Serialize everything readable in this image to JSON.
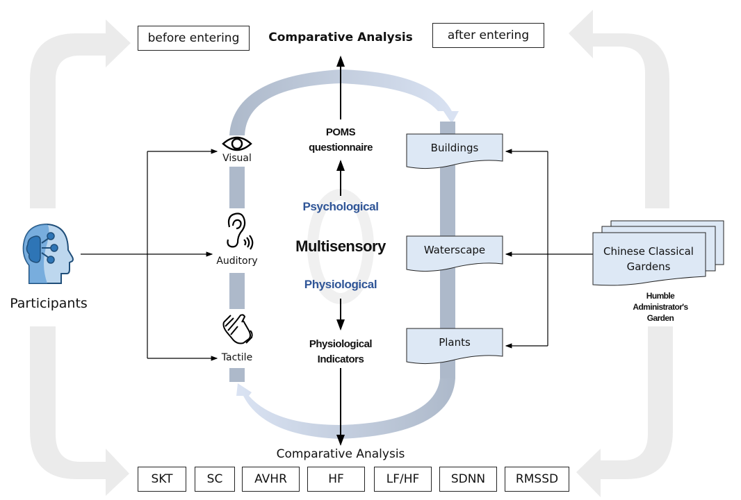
{
  "diagram": {
    "colors": {
      "big_arrow": "#ebebeb",
      "cycle_dark": "#adb9ca",
      "cycle_light": "#dae3f3",
      "doc_fill": "#dde8f5",
      "blue_text": "#2f5597",
      "icon_blue_dark": "#2e75b6",
      "icon_blue_mid": "#5b9bd5",
      "icon_blue_light": "#bdd7ee"
    },
    "phase_labels": {
      "before": "before entering",
      "after": "after entering"
    },
    "top_analysis": "Comparative Analysis",
    "bottom_analysis": "Comparative Analysis",
    "participants": {
      "icon": "head-brain-network-icon",
      "label": "Participants"
    },
    "senses": [
      {
        "icon": "eye-icon",
        "label": "Visual"
      },
      {
        "icon": "ear-icon",
        "label": "Auditory"
      },
      {
        "icon": "hands-icon",
        "label": "Tactile"
      }
    ],
    "center": {
      "poms": "POMS questionnaire",
      "poms_line1": "POMS",
      "poms_line2": "questionnaire",
      "psychological": "Psychological",
      "multisensory": "Multisensory",
      "physiological": "Physiological",
      "indicators_line1": "Physiological",
      "indicators_line2": "Indicators"
    },
    "garden_elements": [
      {
        "label": "Buildings"
      },
      {
        "label": "Waterscape"
      },
      {
        "label": "Plants"
      }
    ],
    "garden": {
      "line1": "Chinese Classical",
      "line2": "Gardens",
      "name_line1": "Humble",
      "name_line2": "Administrator's",
      "name_line3": "Garden"
    },
    "indicators": [
      "SKT",
      "SC",
      "AVHR",
      "HF",
      "LF/HF",
      "SDNN",
      "RMSSD"
    ]
  }
}
